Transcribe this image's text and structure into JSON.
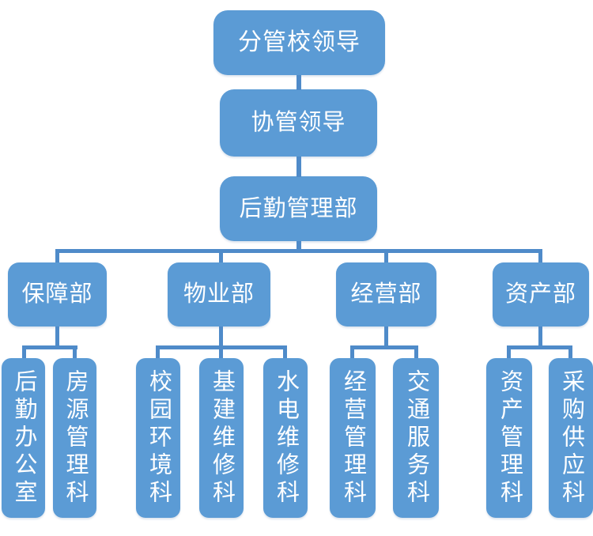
{
  "diagram": {
    "type": "org-chart",
    "node_color": "#5B9BD5",
    "line_color": "#4F8BC9",
    "text_color": "#FFFFFF",
    "chain": [
      {
        "label": "分管校领导"
      },
      {
        "label": "协管领导"
      },
      {
        "label": "后勤管理部"
      }
    ],
    "departments": [
      {
        "label": "保障部",
        "children": [
          {
            "label": "后勤办公室"
          },
          {
            "label": "房源管理科"
          }
        ]
      },
      {
        "label": "物业部",
        "children": [
          {
            "label": "校园环境科"
          },
          {
            "label": "基建维修科"
          },
          {
            "label": "水电维修科"
          }
        ]
      },
      {
        "label": "经营部",
        "children": [
          {
            "label": "经营管理科"
          },
          {
            "label": "交通服务科"
          }
        ]
      },
      {
        "label": "资产部",
        "children": [
          {
            "label": "资产管理科"
          },
          {
            "label": "采购供应科"
          }
        ]
      }
    ]
  }
}
